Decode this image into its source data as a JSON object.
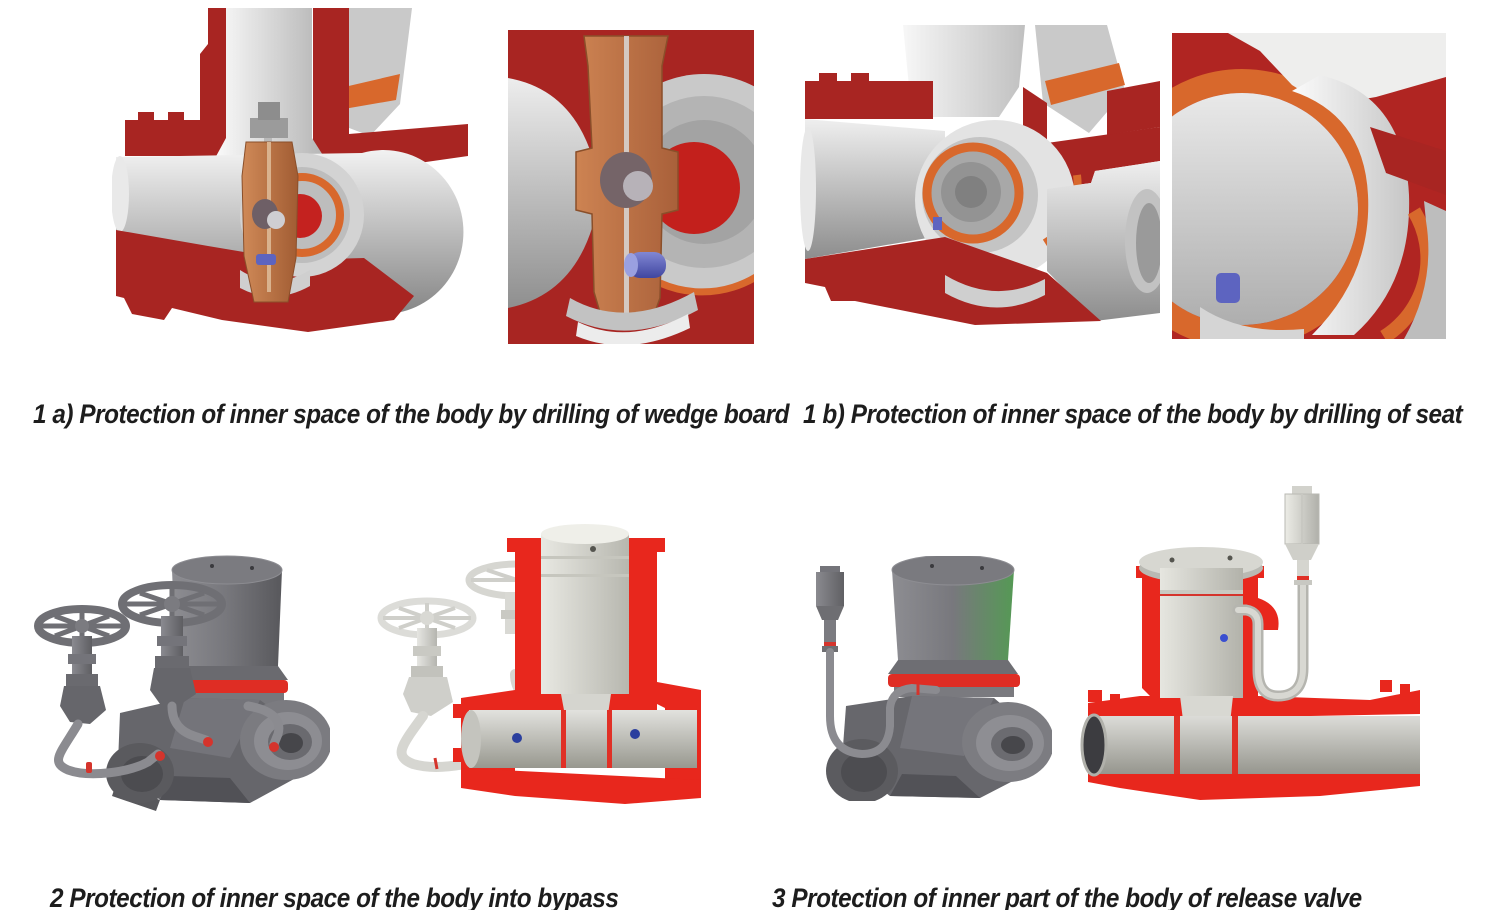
{
  "document": {
    "background": "#ffffff",
    "figures": [
      {
        "id": "1a",
        "caption": "1 a) Protection of inner space of the body by drilling of wedge board",
        "images": [
          {
            "name": "gate-valve-cutaway-with-wedge",
            "alt": "Cross-section of valve body with drilled wedge board"
          },
          {
            "name": "wedge-board-drilling-closeup",
            "alt": "Close-up of drilled wedge board with blue drilling"
          }
        ]
      },
      {
        "id": "1b",
        "caption": "1 b) Protection of inner space of the body by drilling of seat",
        "images": [
          {
            "name": "valve-body-cutaway-seat",
            "alt": "Cross-section of valve body showing seat rings"
          },
          {
            "name": "seat-drilling-closeup",
            "alt": "Close-up of drilled seat with orange seal ring"
          }
        ]
      },
      {
        "id": "2",
        "caption": "2 Protection of inner space of the body into bypass",
        "images": [
          {
            "name": "valve-exterior-with-bypass",
            "alt": "Valve exterior with two bypass hand-wheel valves"
          },
          {
            "name": "valve-cutaway-with-bypass",
            "alt": "Cut-away valve with bypass piping"
          }
        ]
      },
      {
        "id": "3",
        "caption": "3 Protection of inner part of the body of release valve",
        "images": [
          {
            "name": "valve-exterior-with-release-valve",
            "alt": "Valve exterior with release valve piping"
          },
          {
            "name": "valve-cutaway-with-release-valve",
            "alt": "Cut-away valve with release valve piping"
          }
        ]
      }
    ],
    "colors": {
      "cut_dark_red": "#a82522",
      "cut_bright_red": "#e8271d",
      "seal_orange": "#d8682c",
      "wedge_copper": "#c17a4b",
      "drill_blue": "#5d64c0",
      "valve_dark_gray": "#6c6c71",
      "metal_light_gray": "#d6d6d2",
      "caption_text": "#1d1d1d"
    }
  }
}
